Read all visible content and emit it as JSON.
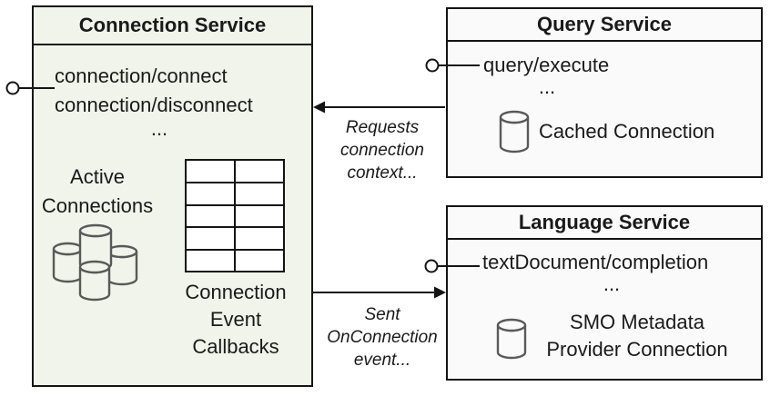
{
  "colors": {
    "connection_fill": "#f1f4ea",
    "service_fill": "#fafafa",
    "line": "#141414",
    "icon_stroke": "#595959",
    "text": "#1a1a1a"
  },
  "connection_service": {
    "title": "Connection Service",
    "methods": [
      "connection/connect",
      "connection/disconnect"
    ],
    "ellipsis": "...",
    "active_connections": {
      "line1": "Active",
      "line2": "Connections"
    },
    "callbacks_caption": {
      "line1": "Connection",
      "line2": "Event",
      "line3": "Callbacks"
    }
  },
  "query_service": {
    "title": "Query Service",
    "method": "query/execute",
    "ellipsis": "...",
    "cached_connection_label": "Cached Connection"
  },
  "language_service": {
    "title": "Language Service",
    "method": "textDocument/completion",
    "ellipsis": "...",
    "smo_caption": {
      "line1": "SMO Metadata",
      "line2": "Provider Connection"
    }
  },
  "edges": {
    "requests": {
      "line1": "Requests",
      "line2": "connection",
      "line3": "context..."
    },
    "sent": {
      "line1": "Sent",
      "line2": "OnConnection",
      "line3": "event..."
    }
  },
  "icons": {
    "active_connections_icon": "database-cluster-icon",
    "cached_connection_icon": "database-icon",
    "smo_connection_icon": "database-icon",
    "callbacks_icon": "table-grid-icon",
    "interface_ports": "lollipop-interface-icon"
  }
}
